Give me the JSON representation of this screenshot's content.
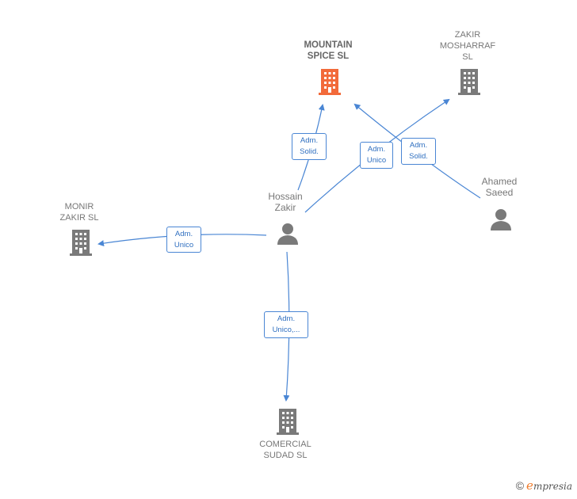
{
  "colors": {
    "edge": "#4a86d4",
    "building_main": "#f26a3a",
    "building": "#7a7a7a",
    "person": "#7a7a7a",
    "label_border": "#4a86d4",
    "label_text": "#2f6fc0"
  },
  "nodes": {
    "mountain_spice": {
      "label": "MOUNTAIN\nSPICE  SL",
      "icon": "building-icon"
    },
    "zakir_mosharraf": {
      "label": "ZAKIR\nMOSHARRAF\nSL",
      "icon": "building-icon"
    },
    "monir_zakir": {
      "label": "MONIR\nZAKIR SL",
      "icon": "building-icon"
    },
    "comercial_sudad": {
      "label": "COMERCIAL\nSUDAD SL",
      "icon": "building-icon"
    },
    "hossain_zakir": {
      "label": "Hossain\nZakir",
      "icon": "person-icon"
    },
    "ahamed_saeed": {
      "label": "Ahamed\nSaeed",
      "icon": "person-icon"
    }
  },
  "edges": {
    "hz_mountain": {
      "label": "Adm.\nSolid."
    },
    "hz_zakir": {
      "label": "Adm.\nUnico"
    },
    "as_mountain": {
      "label": "Adm.\nSolid."
    },
    "hz_monir": {
      "label": "Adm.\nUnico"
    },
    "hz_comercial": {
      "label": "Adm.\nUnico,..."
    }
  },
  "brand": {
    "copyright": "©",
    "e": "e",
    "rest": "mpresia"
  }
}
